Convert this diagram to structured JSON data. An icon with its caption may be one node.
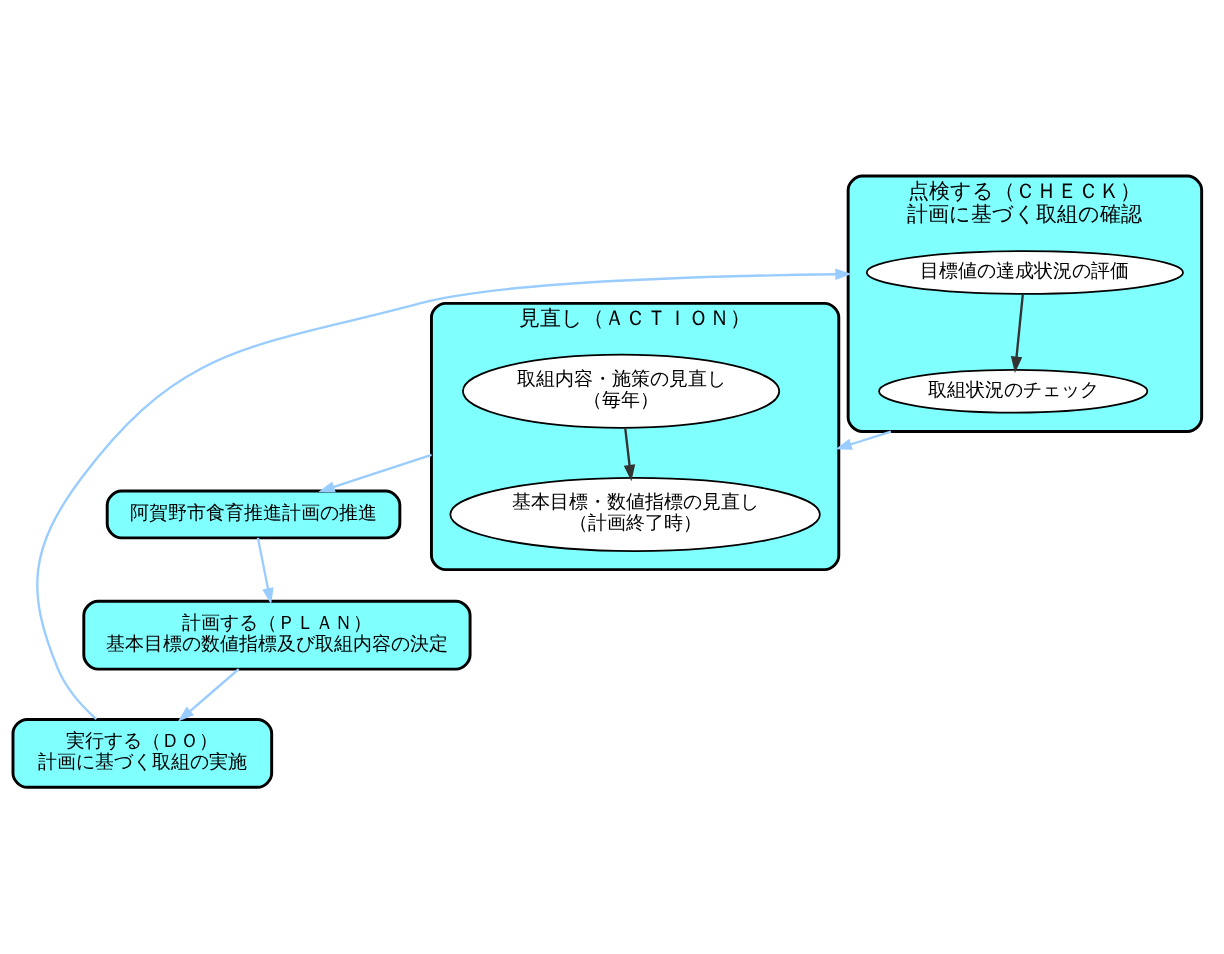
{
  "diagram": {
    "nodes": [
      {
        "text": [
          "阿賀野市食育推進計画の推進"
        ]
      },
      {
        "text": [
          "計画する（ＰＬＡＮ）",
          "基本目標の数値指標及び取組内容の決定"
        ]
      },
      {
        "text": [
          "実行する（ＤＯ）",
          "計画に基づく取組の実施"
        ]
      },
      {
        "text": [
          "点検する（ＣＨＥＣＫ）",
          "計画に基づく取組の確認"
        ]
      },
      {
        "text": [
          "目標値の達成状況の評価"
        ],
        "in": 3
      },
      {
        "text": [
          "取組状況のチェック"
        ],
        "in": 3
      },
      {
        "text": [
          "見直し（ＡＣＴＩＯＮ）"
        ]
      },
      {
        "text": [
          "基本目標・数値指標の見直し",
          "（計画終了時）"
        ],
        "in": 6
      },
      {
        "text": [
          "取組内容・施策の見直し",
          "（毎年）"
        ],
        "in": 6
      }
    ],
    "edges": [
      {
        "from": 0,
        "to": 1,
        "arrow": "to"
      },
      {
        "from": 1,
        "to": 2,
        "arrow": "to"
      },
      {
        "from": 2,
        "to": 3,
        "arrow": "to"
      },
      {
        "from": 4,
        "to": 5,
        "arrow": "to",
        "color": "#333333"
      },
      {
        "from": 3,
        "to": 6,
        "arrow": "to"
      },
      {
        "from": 8,
        "to": 7,
        "arrow": "to",
        "color": "#333333"
      },
      {
        "from": 6,
        "to": 0,
        "arrow": "to"
      }
    ]
  }
}
